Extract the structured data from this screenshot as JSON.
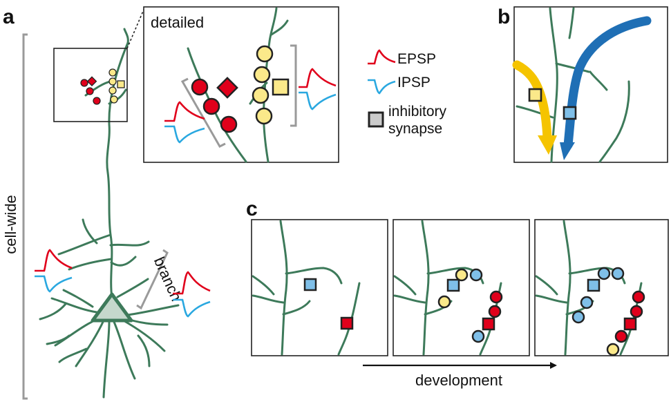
{
  "panels": {
    "a": "a",
    "b": "b",
    "c": "c"
  },
  "labels": {
    "detailed": "detailed",
    "cell_wide": "cell-wide",
    "branch": "branch",
    "development": "development"
  },
  "legend": {
    "epsp": "EPSP",
    "ipsp": "IPSP",
    "inhibitory_line1": "inhibitory",
    "inhibitory_line2": "synapse"
  },
  "colors": {
    "dendrite": "#3d7a5a",
    "soma_fill": "#c5d8cc",
    "excitatory": "#e0001b",
    "inhibitory_pre": "#fbe98a",
    "inhibitory_post": "#7fbfe8",
    "epsp": "#e0001b",
    "ipsp": "#2aa8e0",
    "bracket": "#9a9a9a",
    "arrow_blue": "#1f6fb5",
    "arrow_yellow": "#f5c400",
    "outline": "#222222"
  }
}
